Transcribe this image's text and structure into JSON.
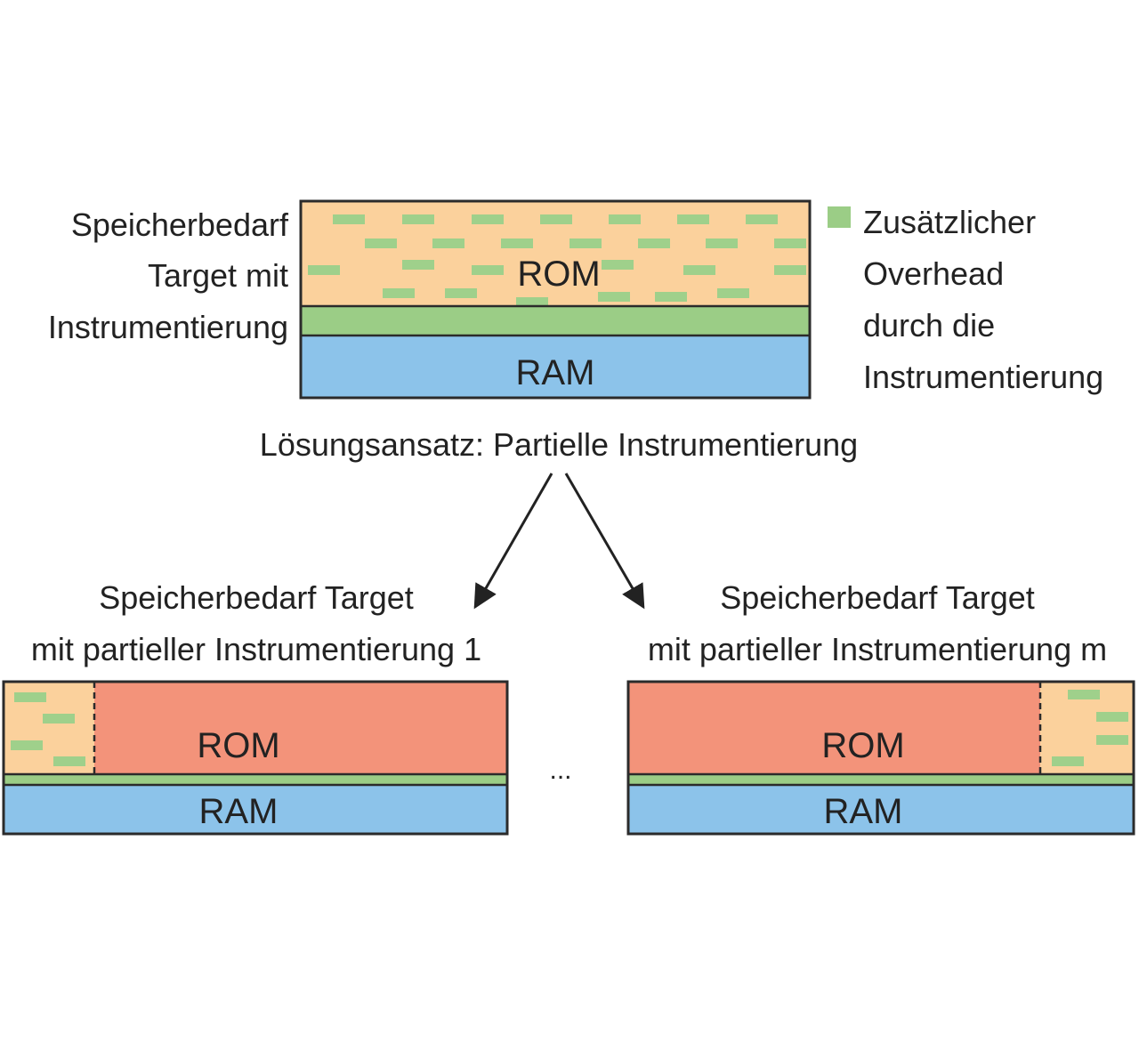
{
  "top_block": {
    "side_label": [
      "Speicherbedarf",
      "Target mit",
      "Instrumentierung"
    ],
    "rom_label": "ROM",
    "ram_label": "RAM"
  },
  "legend": {
    "text": [
      "Zusätzlicher",
      "Overhead",
      "durch die",
      "Instrumentierung"
    ]
  },
  "solution_label": "Lösungsansatz: Partielle Instrumentierung",
  "left_block": {
    "title": [
      "Speicherbedarf Target",
      "mit partieller Instrumentierung 1"
    ],
    "rom_label": "ROM",
    "ram_label": "RAM"
  },
  "right_block": {
    "title": [
      "Speicherbedarf Target",
      "mit partieller Instrumentierung m"
    ],
    "rom_label": "ROM",
    "ram_label": "RAM"
  },
  "ellipsis": "...",
  "colors": {
    "rom_base": "#fbd19c",
    "rom_partial": "#f3937a",
    "overhead": "#9bcd86",
    "overhead_dash": "#9fd08b",
    "ram": "#8cc3ea",
    "border": "#2b2b2b",
    "text": "#222222"
  }
}
